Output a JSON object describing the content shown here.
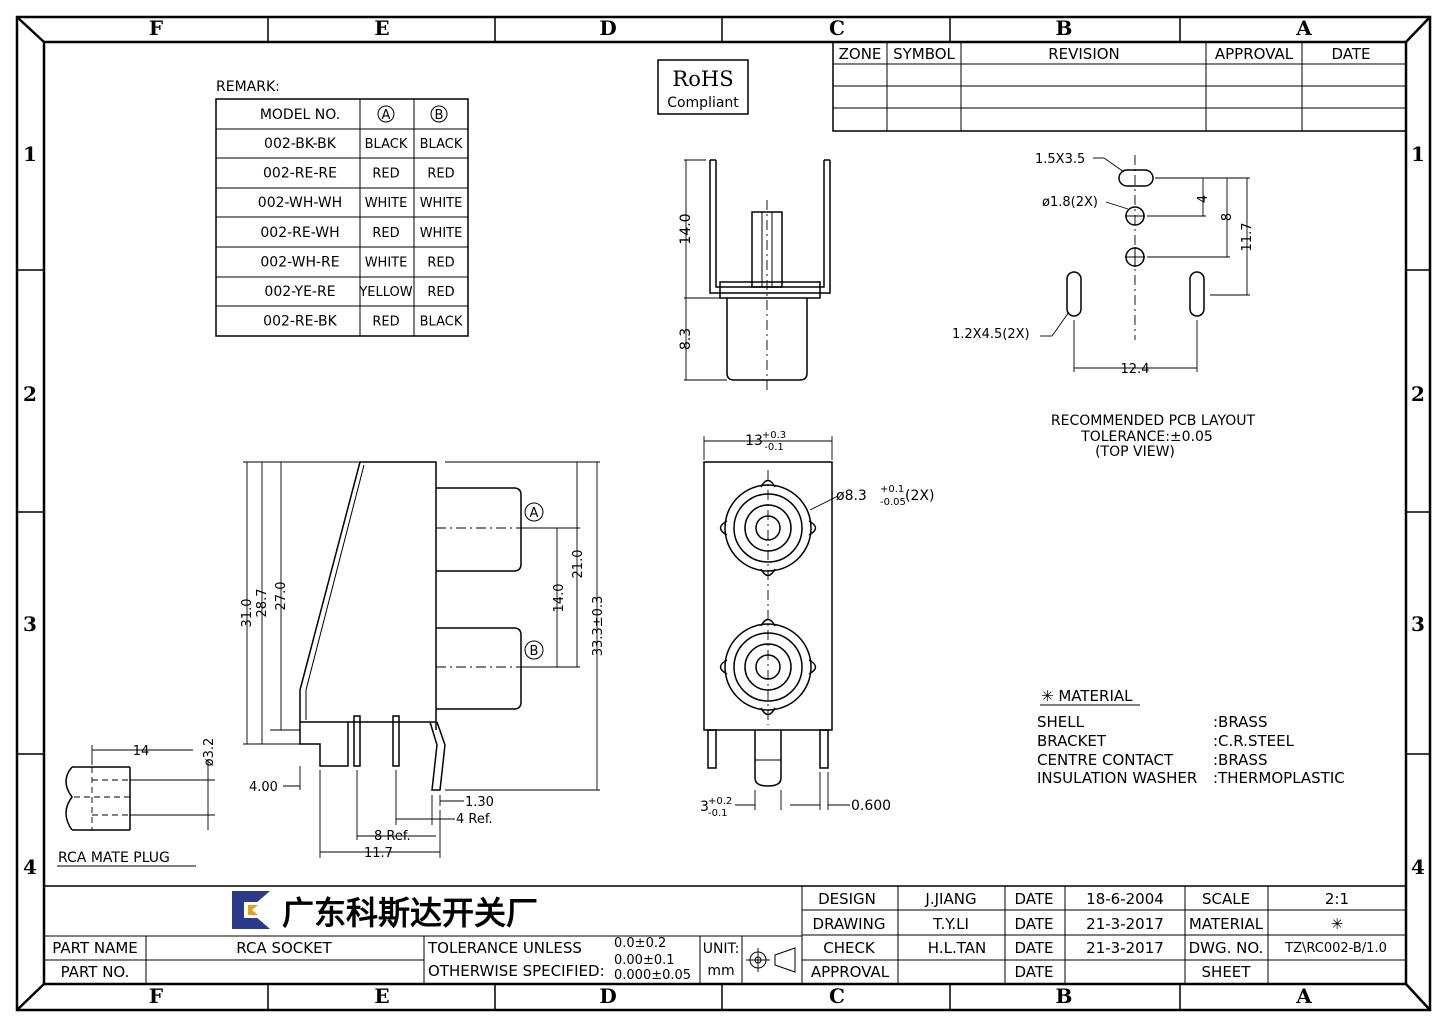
{
  "zones": {
    "columns": [
      "F",
      "E",
      "D",
      "C",
      "B",
      "A"
    ],
    "rows": [
      "1",
      "2",
      "3",
      "4"
    ]
  },
  "remark": {
    "title": "REMARK:",
    "headers": [
      "MODEL NO.",
      "A",
      "B"
    ],
    "rows": [
      [
        "002-BK-BK",
        "BLACK",
        "BLACK"
      ],
      [
        "002-RE-RE",
        "RED",
        "RED"
      ],
      [
        "002-WH-WH",
        "WHITE",
        "WHITE"
      ],
      [
        "002-RE-WH",
        "RED",
        "WHITE"
      ],
      [
        "002-WH-RE",
        "WHITE",
        "RED"
      ],
      [
        "002-YE-RE",
        "YELLOW",
        "RED"
      ],
      [
        "002-RE-BK",
        "RED",
        "BLACK"
      ]
    ]
  },
  "rohs": {
    "line1": "RoHS",
    "line2": "Compliant"
  },
  "revision": {
    "headers": [
      "ZONE",
      "SYMBOL",
      "REVISION",
      "APPROVAL",
      "DATE"
    ]
  },
  "side_dims": {
    "d14": "14.0",
    "d83": "8.3"
  },
  "pcb": {
    "slot_label": "1.5X3.5",
    "hole_label": "ø1.8(2X)",
    "long_slot_label": "1.2X4.5(2X)",
    "d4": "4",
    "d8": "8",
    "d117": "11.7",
    "d124": "12.4",
    "caption1": "RECOMMENDED PCB LAYOUT",
    "caption2": "TOLERANCE:±0.05",
    "caption3": "(TOP VIEW)"
  },
  "front": {
    "width_base": "13",
    "width_sup": "+0.3",
    "width_sub": "-0.1",
    "dia_base": "ø8.3",
    "dia_sup": "+0.1",
    "dia_sub": "-0.05",
    "dia_suffix": "(2X)",
    "pin_base": "3",
    "pin_sup": "+0.2",
    "pin_sub": "-0.1",
    "d0600": "0.600"
  },
  "profile": {
    "d310": "31.0",
    "d287": "28.7",
    "d270": "27.0",
    "d400": "4.00",
    "d140": "14.0",
    "d210": "21.0",
    "d333": "33.3±0.3",
    "d130": "1.30",
    "d4ref": "4 Ref.",
    "d8ref": "8 Ref.",
    "d117": "11.7",
    "markA": "A",
    "markB": "B"
  },
  "plug": {
    "d14": "14",
    "d32": "ø3.2",
    "label": "RCA MATE PLUG"
  },
  "material": {
    "title": "✳ MATERIAL",
    "items": [
      {
        "name": "SHELL",
        "value": ":BRASS"
      },
      {
        "name": "BRACKET",
        "value": ":C.R.STEEL"
      },
      {
        "name": "CENTRE CONTACT",
        "value": ":BRASS"
      },
      {
        "name": "INSULATION WASHER",
        "value": ":THERMOPLASTIC"
      }
    ]
  },
  "titleblock": {
    "company": "广东科斯达开关厂",
    "part_name_label": "PART NAME",
    "part_name": "RCA SOCKET",
    "part_no_label": "PART NO.",
    "part_no": "",
    "tol_line1": "TOLERANCE UNLESS",
    "tol_line2": "OTHERWISE SPECIFIED:",
    "tol_v1": "0.0±0.2",
    "tol_v2": "0.00±0.1",
    "tol_v3": "0.000±0.05",
    "unit_label": "UNIT:",
    "unit": "mm",
    "design_label": "DESIGN",
    "design": "J.JIANG",
    "drawing_label": "DRAWING",
    "drawing": "T.Y.LI",
    "check_label": "CHECK",
    "check": "H.L.TAN",
    "approval_label": "APPROVAL",
    "approval": "",
    "date_label": "DATE",
    "date1": "18-6-2004",
    "date2": "21-3-2017",
    "date3": "21-3-2017",
    "date4": "",
    "scale_label": "SCALE",
    "scale": "2:1",
    "material_label": "MATERIAL",
    "material": "✳",
    "dwg_label": "DWG. NO.",
    "dwg": "TZ\\RC002-B/1.0",
    "sheet_label": "SHEET",
    "sheet": ""
  }
}
